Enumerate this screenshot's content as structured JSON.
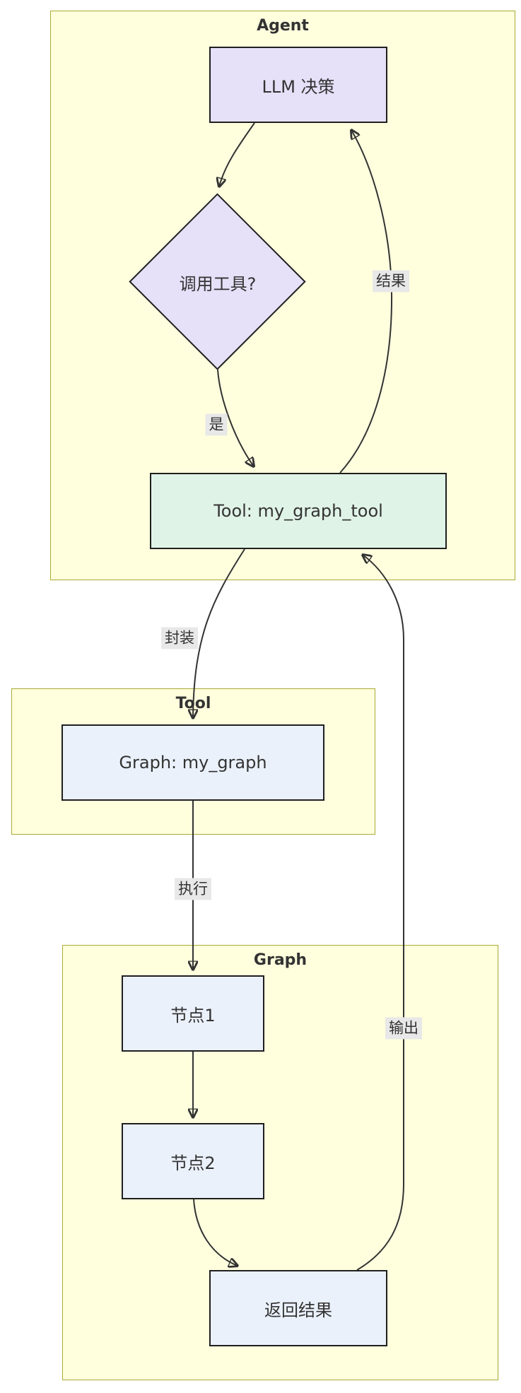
{
  "clusters": {
    "agent": {
      "title": "Agent"
    },
    "tool": {
      "title": "Tool"
    },
    "graph": {
      "title": "Graph"
    }
  },
  "nodes": {
    "llm_decision": {
      "label": "LLM 决策"
    },
    "call_tool_decision": {
      "label": "调用工具?"
    },
    "tool_node": {
      "label": "Tool: my_graph_tool"
    },
    "graph_node": {
      "label": "Graph: my_graph"
    },
    "node1": {
      "label": "节点1"
    },
    "node2": {
      "label": "节点2"
    },
    "return_result": {
      "label": "返回结果"
    }
  },
  "edge_labels": {
    "yes": "是",
    "result": "结果",
    "encapsulate": "封装",
    "execute": "执行",
    "output": "输出"
  },
  "colors": {
    "cluster_fill": "#ffffde",
    "cluster_border": "#aaaa33",
    "purple_node_fill": "#e6e0f8",
    "green_node_fill": "#e0f3e7",
    "blue_node_fill": "#ebf1fb",
    "node_border": "#1f1f1f",
    "edge_color": "#333333",
    "edge_label_bg": "#e8e8e8",
    "text_color": "#333333"
  }
}
